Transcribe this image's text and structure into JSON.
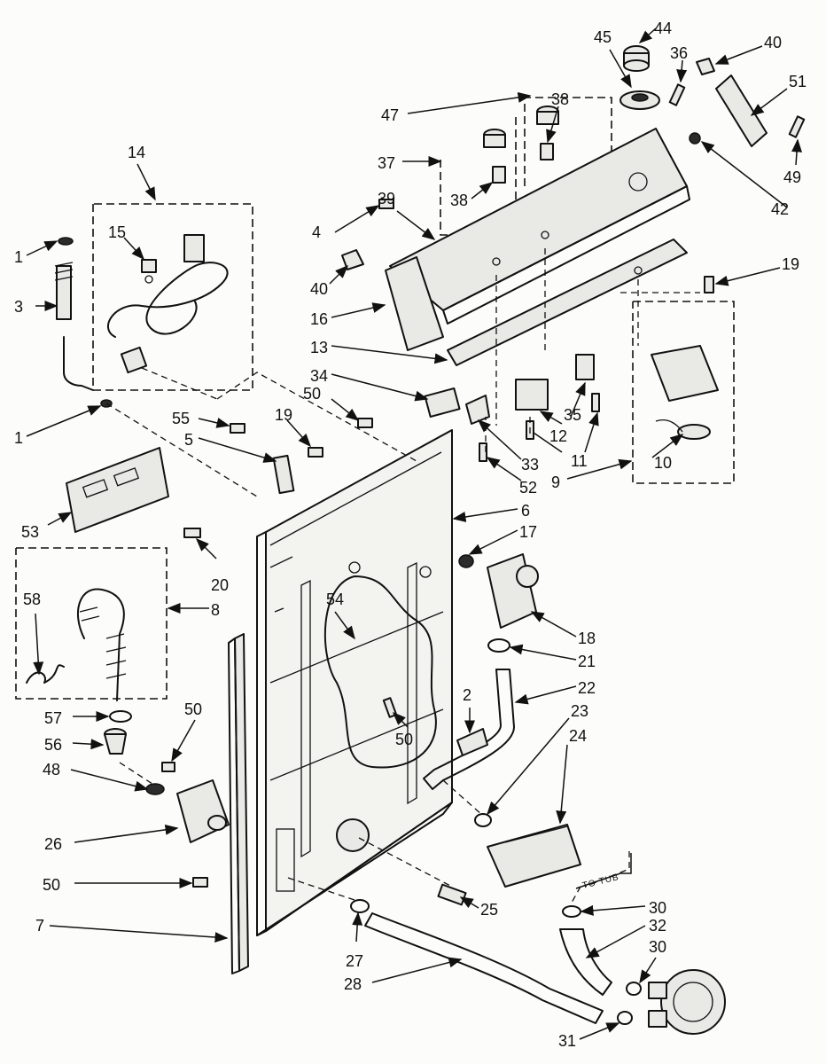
{
  "diagram": {
    "callouts": [
      {
        "id": "c1",
        "label": "1"
      },
      {
        "id": "c3",
        "label": "3"
      },
      {
        "id": "c1b",
        "label": "1"
      },
      {
        "id": "c14",
        "label": "14"
      },
      {
        "id": "c15",
        "label": "15"
      },
      {
        "id": "c4",
        "label": "4"
      },
      {
        "id": "c40a",
        "label": "40"
      },
      {
        "id": "c16",
        "label": "16"
      },
      {
        "id": "c13",
        "label": "13"
      },
      {
        "id": "c34",
        "label": "34"
      },
      {
        "id": "c50a",
        "label": "50"
      },
      {
        "id": "c55",
        "label": "55"
      },
      {
        "id": "c5",
        "label": "5"
      },
      {
        "id": "c19a",
        "label": "19"
      },
      {
        "id": "c37",
        "label": "37"
      },
      {
        "id": "c38a",
        "label": "38"
      },
      {
        "id": "c39",
        "label": "39"
      },
      {
        "id": "c47",
        "label": "47"
      },
      {
        "id": "c38b",
        "label": "38"
      },
      {
        "id": "c45",
        "label": "45"
      },
      {
        "id": "c44",
        "label": "44"
      },
      {
        "id": "c36",
        "label": "36"
      },
      {
        "id": "c40b",
        "label": "40"
      },
      {
        "id": "c51",
        "label": "51"
      },
      {
        "id": "c49",
        "label": "49"
      },
      {
        "id": "c42",
        "label": "42"
      },
      {
        "id": "c19b",
        "label": "19"
      },
      {
        "id": "c35",
        "label": "35"
      },
      {
        "id": "c12",
        "label": "12"
      },
      {
        "id": "c11",
        "label": "11"
      },
      {
        "id": "c33",
        "label": "33"
      },
      {
        "id": "c52",
        "label": "52"
      },
      {
        "id": "c9",
        "label": "9"
      },
      {
        "id": "c10",
        "label": "10"
      },
      {
        "id": "c6",
        "label": "6"
      },
      {
        "id": "c17",
        "label": "17"
      },
      {
        "id": "c18",
        "label": "18"
      },
      {
        "id": "c21",
        "label": "21"
      },
      {
        "id": "c22",
        "label": "22"
      },
      {
        "id": "c23",
        "label": "23"
      },
      {
        "id": "c24",
        "label": "24"
      },
      {
        "id": "c2",
        "label": "2"
      },
      {
        "id": "c50b",
        "label": "50"
      },
      {
        "id": "c54",
        "label": "54"
      },
      {
        "id": "c53",
        "label": "53"
      },
      {
        "id": "c20",
        "label": "20"
      },
      {
        "id": "c8",
        "label": "8"
      },
      {
        "id": "c58",
        "label": "58"
      },
      {
        "id": "c57",
        "label": "57"
      },
      {
        "id": "c56",
        "label": "56"
      },
      {
        "id": "c50c",
        "label": "50"
      },
      {
        "id": "c48",
        "label": "48"
      },
      {
        "id": "c26",
        "label": "26"
      },
      {
        "id": "c50d",
        "label": "50"
      },
      {
        "id": "c7",
        "label": "7"
      },
      {
        "id": "c25",
        "label": "25"
      },
      {
        "id": "c27",
        "label": "27"
      },
      {
        "id": "c28",
        "label": "28"
      },
      {
        "id": "c30a",
        "label": "30"
      },
      {
        "id": "c32",
        "label": "32"
      },
      {
        "id": "c30b",
        "label": "30"
      },
      {
        "id": "c31",
        "label": "31"
      }
    ],
    "notes": {
      "to_tub": "TO TUB"
    }
  }
}
